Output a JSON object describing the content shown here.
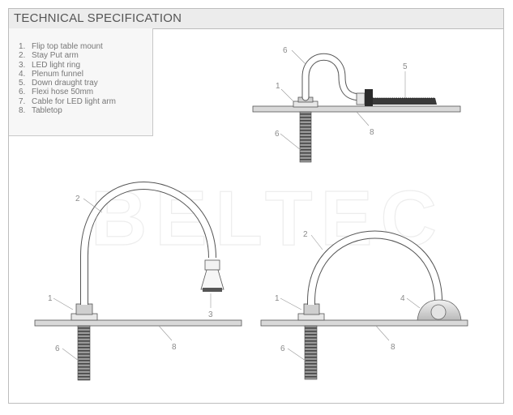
{
  "header": {
    "title": "TECHNICAL SPECIFICATION"
  },
  "legend": [
    {
      "num": "1.",
      "label": "Flip top table mount"
    },
    {
      "num": "2.",
      "label": "Stay Put arm"
    },
    {
      "num": "3.",
      "label": "LED light ring"
    },
    {
      "num": "4.",
      "label": "Plenum funnel"
    },
    {
      "num": "5.",
      "label": "Down draught tray"
    },
    {
      "num": "6.",
      "label": "Flexi hose 50mm"
    },
    {
      "num": "7.",
      "label": "Cable for LED light arm"
    },
    {
      "num": "8.",
      "label": "Tabletop"
    }
  ],
  "watermark": "BELTEC",
  "callouts": {
    "n1": "1",
    "n2": "2",
    "n3": "3",
    "n4": "4",
    "n5": "5",
    "n6": "6",
    "n8": "8"
  },
  "colors": {
    "line": "#555555",
    "callout": "#8a8a8a",
    "panel": "#ececec"
  }
}
